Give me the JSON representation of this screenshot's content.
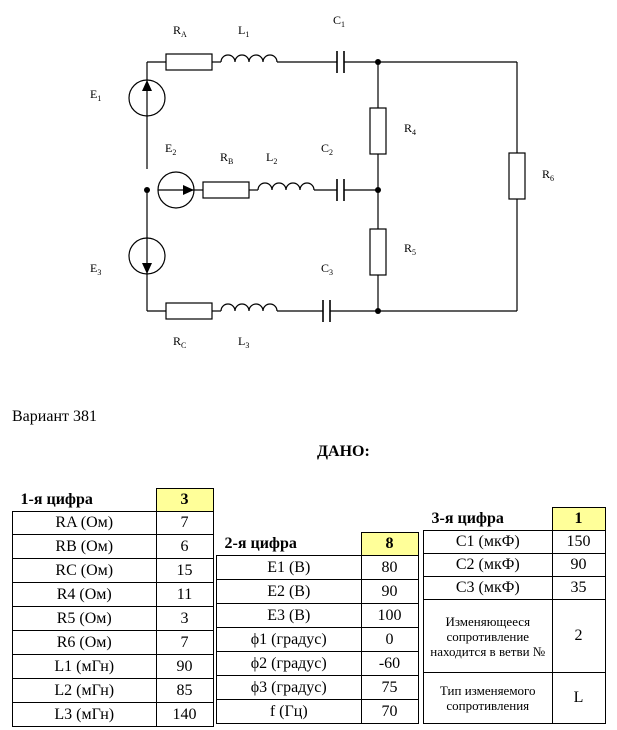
{
  "circuit": {
    "labels": {
      "RA_main": "R",
      "RA_sub": "A",
      "L1_main": "L",
      "L1_sub": "1",
      "C1_main": "C",
      "C1_sub": "1",
      "E1_main": "E",
      "E1_sub": "1",
      "E2_main": "E",
      "E2_sub": "2",
      "RB_main": "R",
      "RB_sub": "B",
      "L2_main": "L",
      "L2_sub": "2",
      "C2_main": "C",
      "C2_sub": "2",
      "R4_main": "R",
      "R4_sub": "4",
      "R6_main": "R",
      "R6_sub": "6",
      "R5_main": "R",
      "R5_sub": "5",
      "E3_main": "E",
      "E3_sub": "3",
      "C3_main": "C",
      "C3_sub": "3",
      "RC_main": "R",
      "RC_sub": "C",
      "L3_main": "L",
      "L3_sub": "3"
    }
  },
  "variant": "Вариант 381",
  "given": "ДАНО:",
  "table1": {
    "header": "1-я цифра",
    "digit": "3",
    "rows": [
      {
        "label": "RA (Ом)",
        "value": "7"
      },
      {
        "label": "RB (Ом)",
        "value": "6"
      },
      {
        "label": "RC (Ом)",
        "value": "15"
      },
      {
        "label": "R4 (Ом)",
        "value": "11"
      },
      {
        "label": "R5 (Ом)",
        "value": "3"
      },
      {
        "label": "R6 (Ом)",
        "value": "7"
      },
      {
        "label": "L1 (мГн)",
        "value": "90"
      },
      {
        "label": "L2 (мГн)",
        "value": "85"
      },
      {
        "label": "L3 (мГн)",
        "value": "140"
      }
    ]
  },
  "table2": {
    "header": "2-я цифра",
    "digit": "8",
    "rows": [
      {
        "label": "E1 (В)",
        "value": "80"
      },
      {
        "label": "E2 (В)",
        "value": "90"
      },
      {
        "label": "E3 (В)",
        "value": "100"
      },
      {
        "label": "ϕ1 (градус)",
        "value": "0"
      },
      {
        "label": "ϕ2 (градус)",
        "value": "-60"
      },
      {
        "label": "ϕ3 (градус)",
        "value": "75"
      },
      {
        "label": "f (Гц)",
        "value": "70"
      }
    ]
  },
  "table3": {
    "header": "3-я цифра",
    "digit": "1",
    "rows": [
      {
        "label": "C1 (мкФ)",
        "value": "150"
      },
      {
        "label": "C2 (мкФ)",
        "value": "90"
      },
      {
        "label": "C3 (мкФ)",
        "value": "35"
      },
      {
        "label": "Изменяющееся сопротивление находится в ветви №",
        "value": "2"
      },
      {
        "label": "Тип изменяемого сопротивления",
        "value": "L"
      }
    ]
  }
}
